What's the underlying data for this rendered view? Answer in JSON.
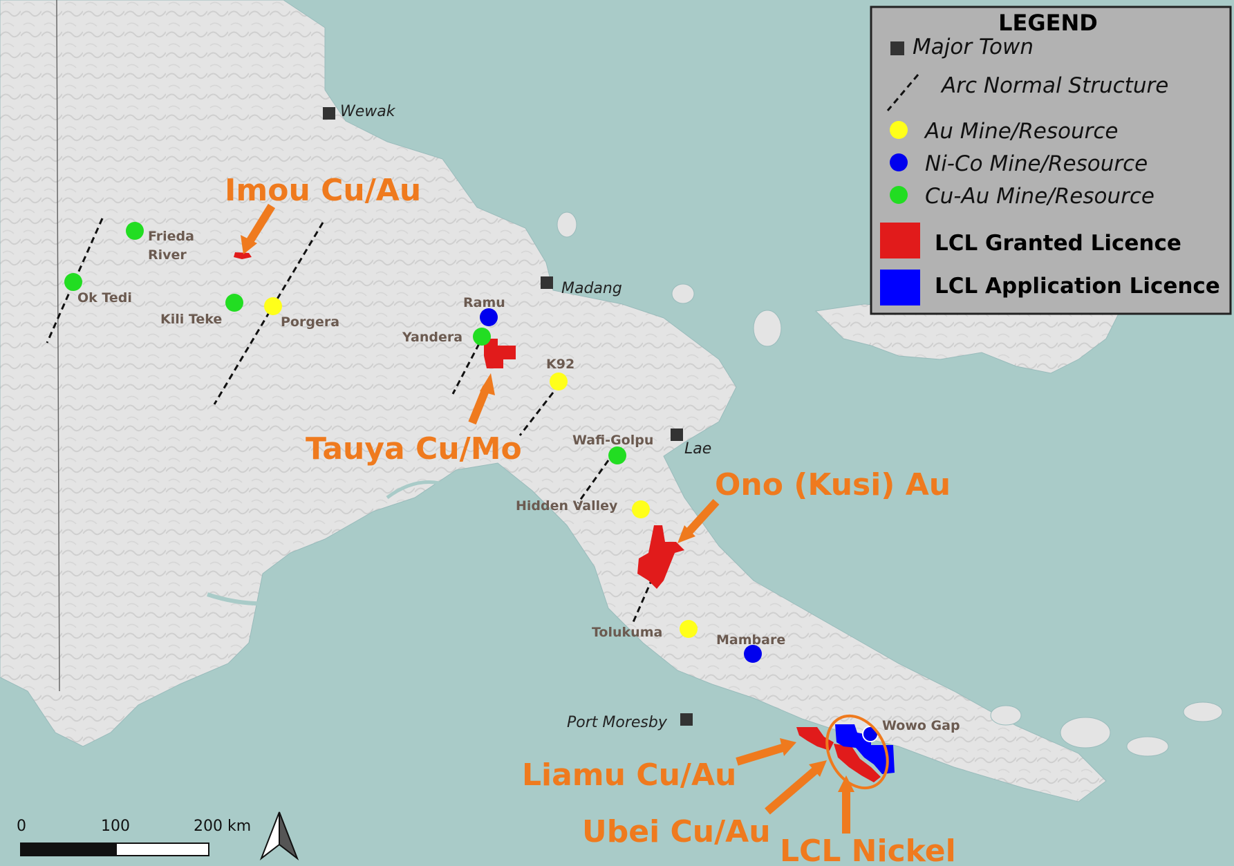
{
  "legend": {
    "title": "LEGEND",
    "major_town": "Major Town",
    "arc_normal_structure": "Arc Normal Structure",
    "au_mine": "Au Mine/Resource",
    "nico_mine": "Ni-Co Mine/Resource",
    "cuau_mine": "Cu-Au Mine/Resource",
    "granted_licence": "LCL Granted Licence",
    "application_licence": "LCL Application Licence"
  },
  "colors": {
    "sea": "#a9cbc8",
    "land": "#e6e6e6",
    "au": "#ffff1a",
    "nico": "#0000ee",
    "cuau": "#22dd22",
    "granted": "#e11b1b",
    "application": "#0000ff",
    "project_label": "#ef7a1e",
    "town_marker": "#333333"
  },
  "towns": {
    "wewak": "Wewak",
    "madang": "Madang",
    "lae": "Lae",
    "port_moresby": "Port Moresby"
  },
  "deposits": {
    "frieda_1": "Frieda",
    "frieda_2": "River",
    "ok_tedi": "Ok Tedi",
    "kili_teke": "Kili Teke",
    "porgera": "Porgera",
    "ramu": "Ramu",
    "yandera": "Yandera",
    "k92": "K92",
    "wafi_golpu": "Wafi-Golpu",
    "hidden_valley": "Hidden Valley",
    "tolukuma": "Tolukuma",
    "mambare": "Mambare",
    "wowo_gap": "Wowo Gap"
  },
  "projects": {
    "imou": "Imou Cu/Au",
    "tauya": "Tauya Cu/Mo",
    "ono": "Ono (Kusi) Au",
    "liamu": "Liamu Cu/Au",
    "ubei": "Ubei Cu/Au",
    "lcl_nickel": "LCL Nickel"
  },
  "scale_bar": {
    "label_0": "0",
    "label_100": "100",
    "label_200": "200 km"
  }
}
